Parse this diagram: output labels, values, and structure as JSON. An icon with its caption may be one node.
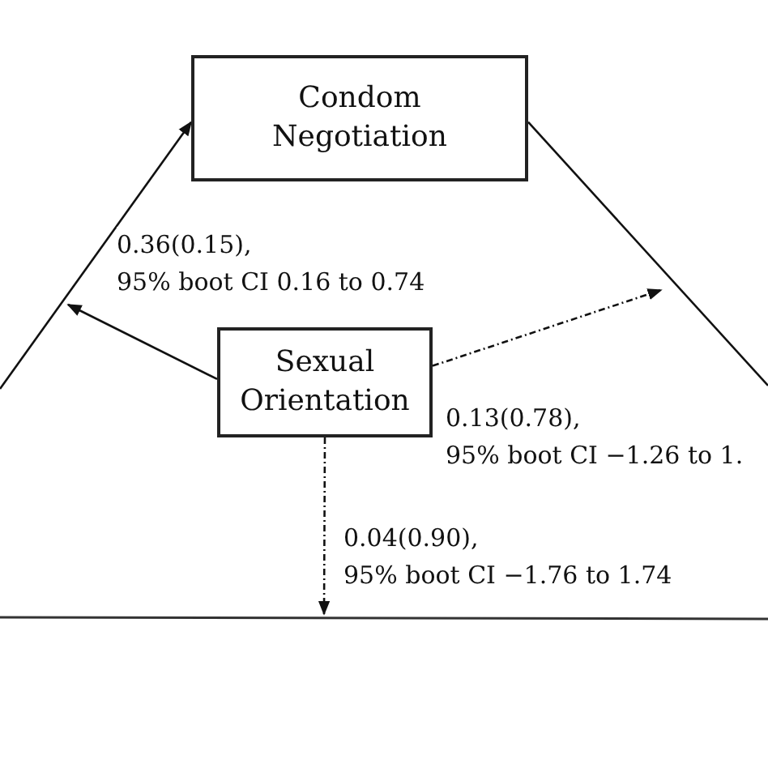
{
  "diagram": {
    "nodes": [
      {
        "text": [
          "Condom Negotiation"
        ]
      },
      {
        "text": [
          "Sexual Orientation"
        ]
      }
    ],
    "edges": [
      {
        "from": null,
        "to": 0,
        "arrow": "to"
      },
      {
        "from": 0,
        "to": null,
        "arrow": "none"
      },
      {
        "from": 1,
        "to": null,
        "arrow": "to",
        "label": "0.36(0.15), 95% boot CI 0.16 to 0.74"
      },
      {
        "from": 1,
        "to": null,
        "arrow": "to",
        "style": "dashed",
        "label": "0.13(0.78), 95% boot CI −1.26 to 1."
      },
      {
        "from": 1,
        "to": null,
        "arrow": "to",
        "style": "dashed",
        "label": "0.04(0.90), 95% boot CI −1.76 to 1.74"
      }
    ]
  }
}
